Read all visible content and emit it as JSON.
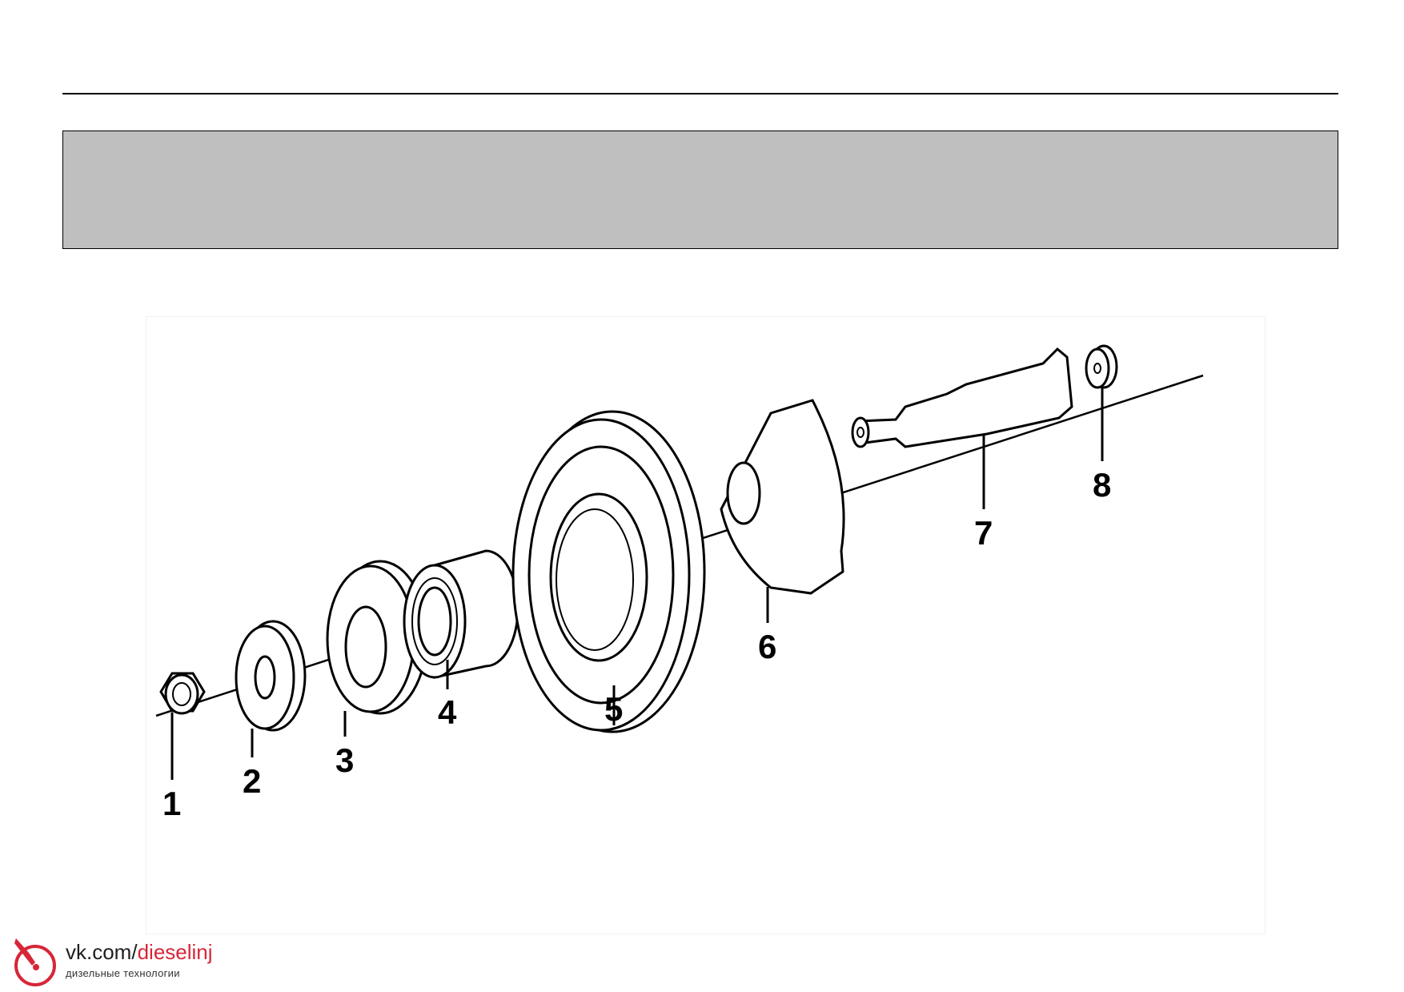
{
  "diagram": {
    "callouts": [
      {
        "id": "1",
        "label": "1"
      },
      {
        "id": "2",
        "label": "2"
      },
      {
        "id": "3",
        "label": "3"
      },
      {
        "id": "4",
        "label": "4"
      },
      {
        "id": "5",
        "label": "5"
      },
      {
        "id": "6",
        "label": "6"
      },
      {
        "id": "7",
        "label": "7"
      },
      {
        "id": "8",
        "label": "8"
      }
    ]
  },
  "watermark": {
    "site_prefix": "vk.com/",
    "site_name": "dieselinj",
    "tagline": "дизельные технологии",
    "accent_color": "#d72638"
  }
}
